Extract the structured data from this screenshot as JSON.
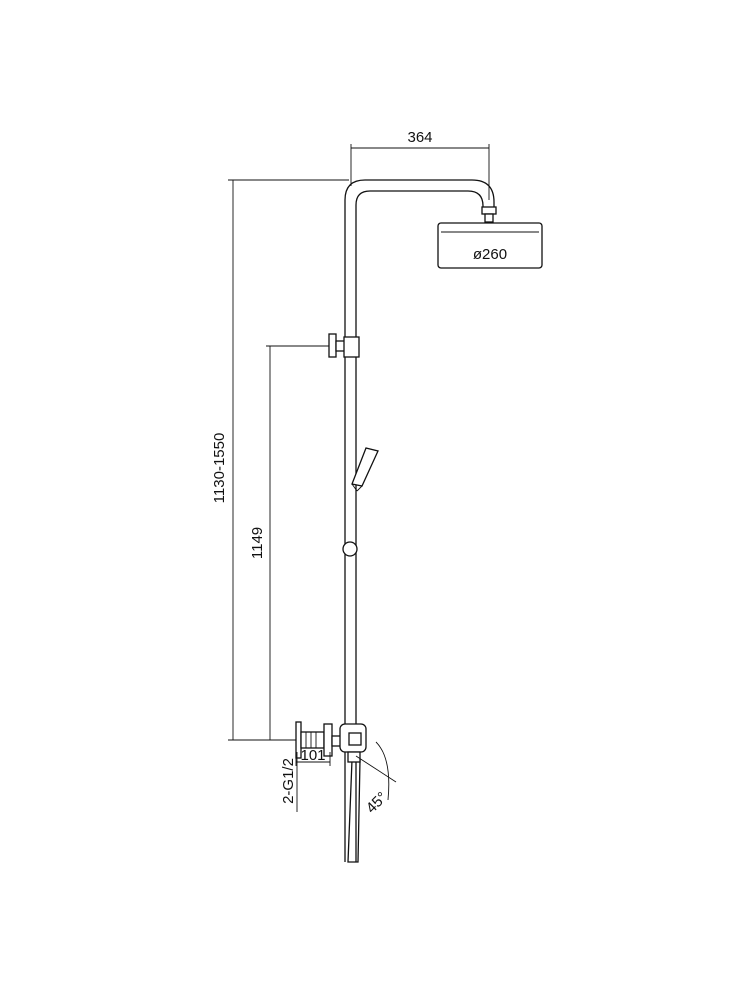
{
  "dimensions": {
    "top_width": "364",
    "head_diameter": "ø260",
    "overall_height": "1130-1550",
    "bracket_height": "1149",
    "offset": "101",
    "inlet": "2-G1/2",
    "angle": "45°"
  }
}
